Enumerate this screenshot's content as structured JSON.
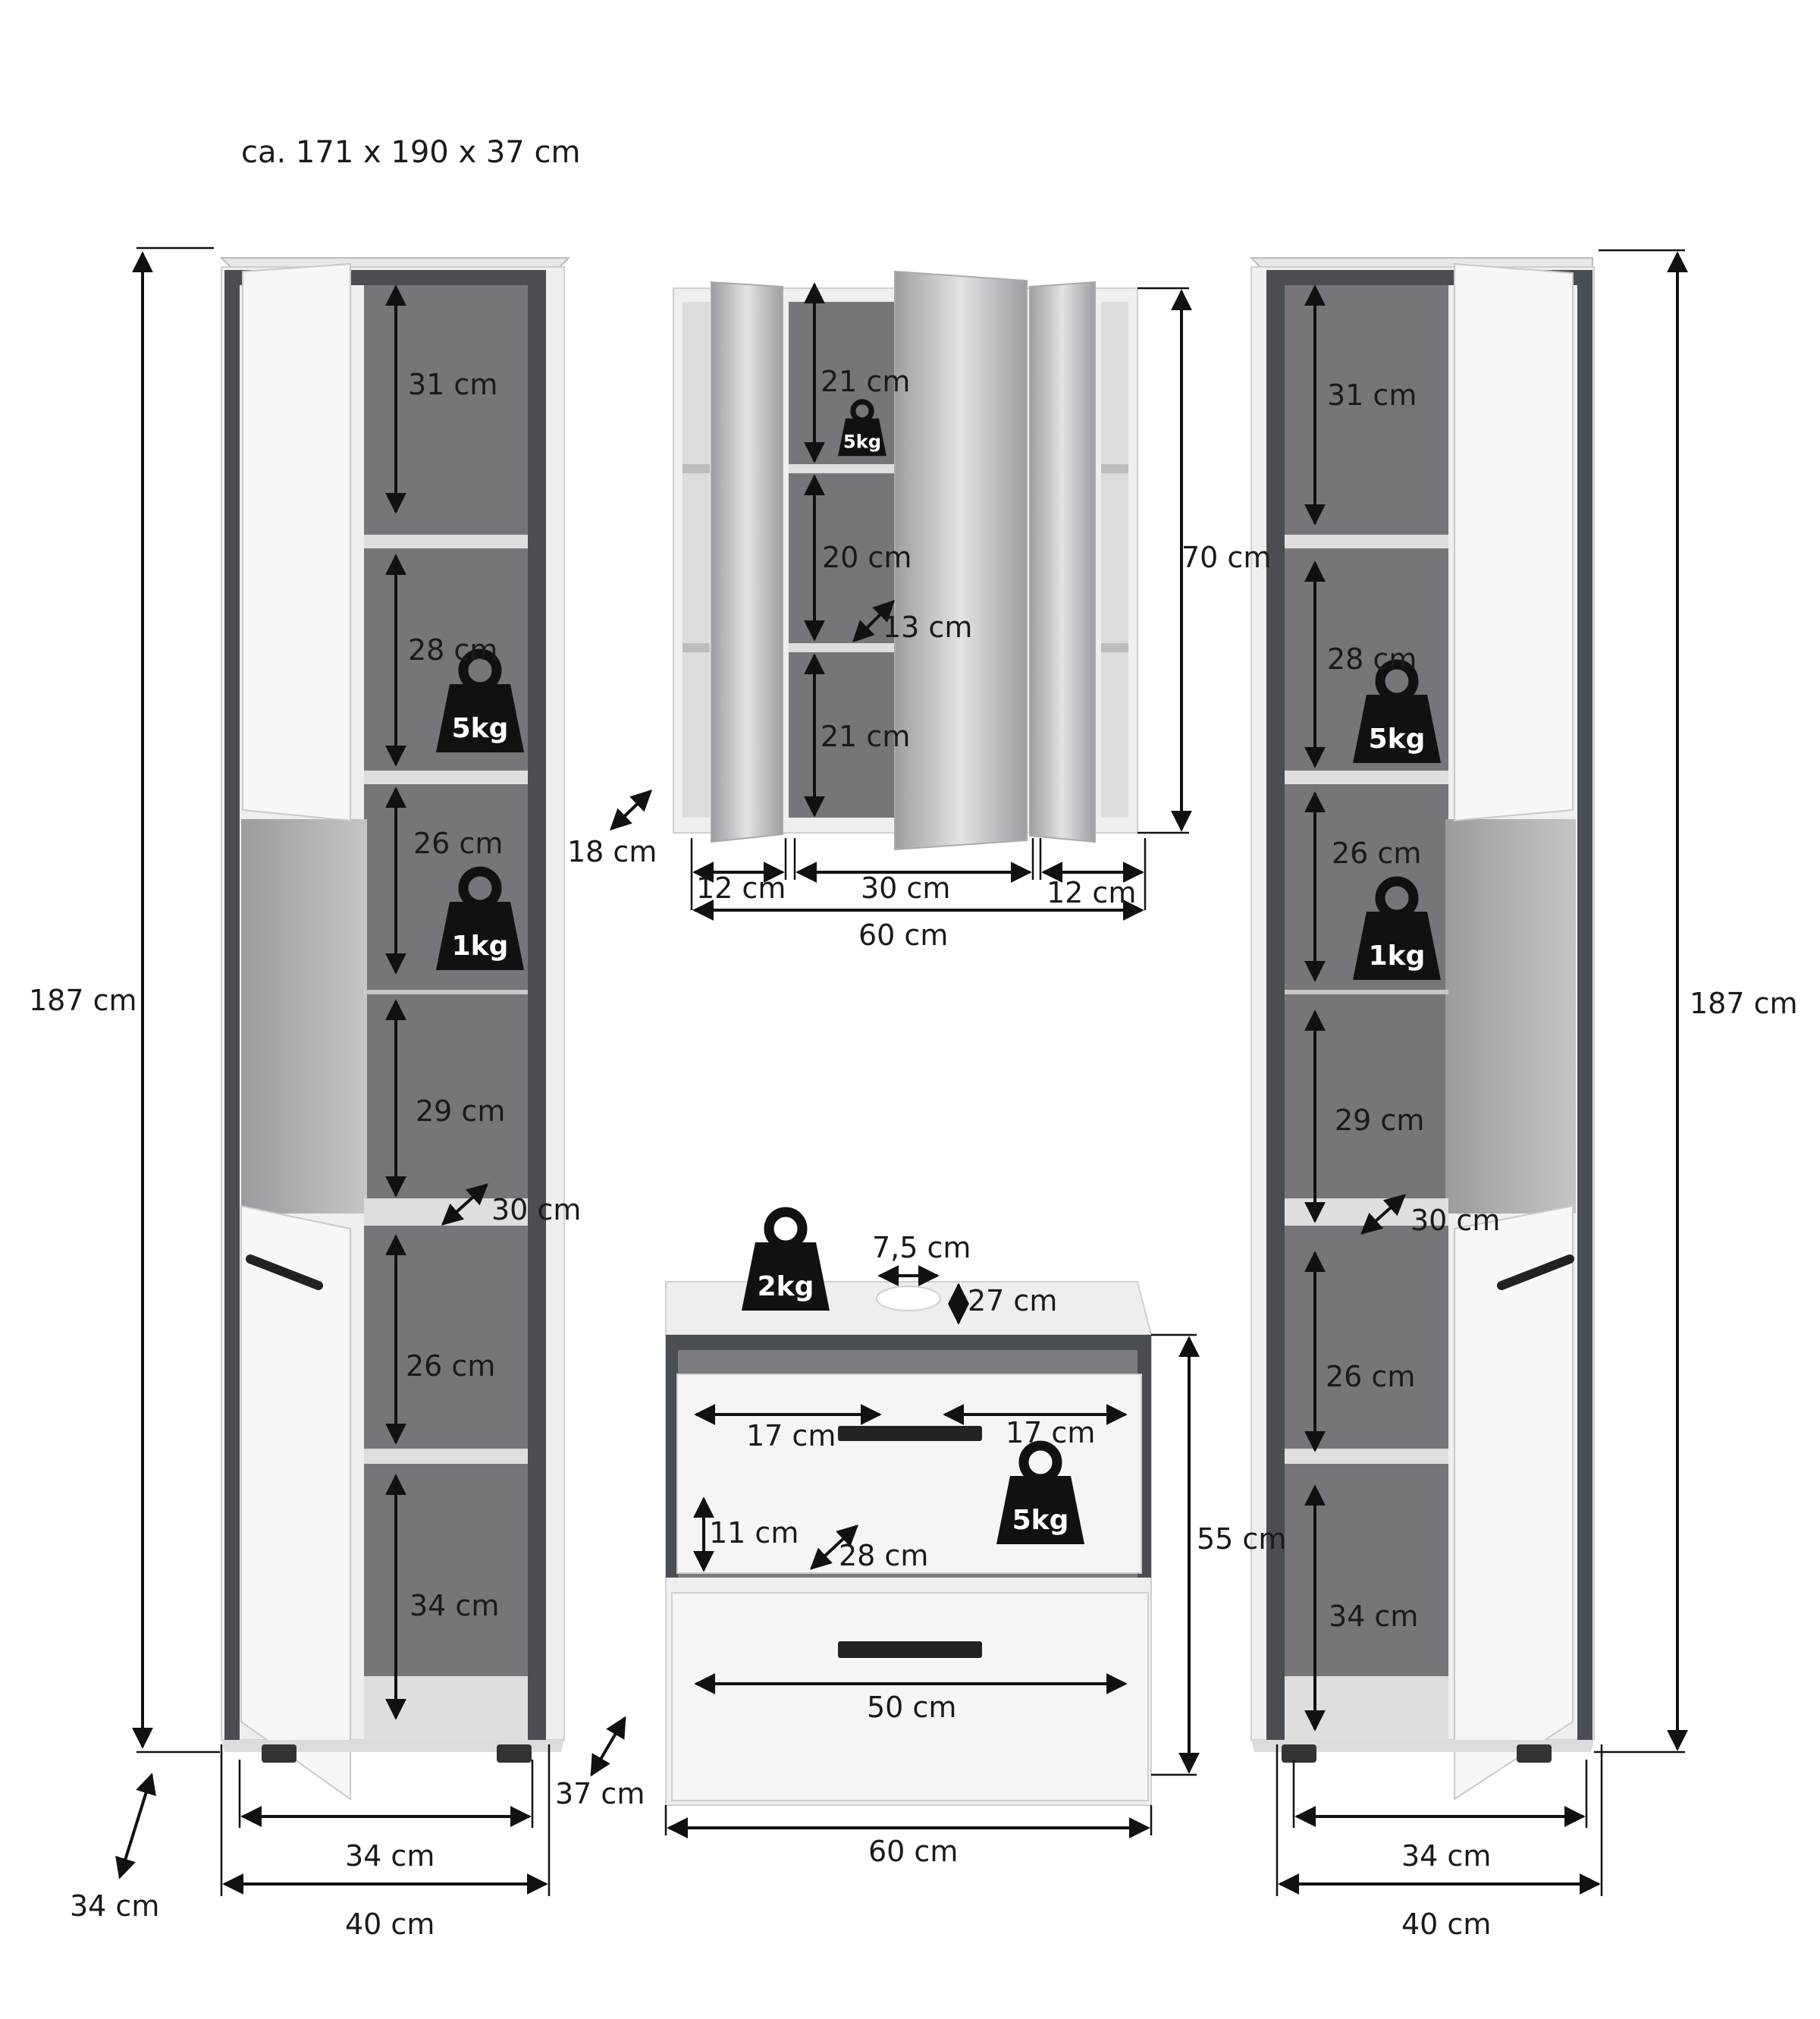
{
  "overall_size": "ca. 171 x 190 x 37 cm",
  "colors": {
    "body": "#f3f3f3",
    "frame": "#4a4d52",
    "interior": "#76767a",
    "glass": "#a8aaae",
    "mirror": "#c9cacc",
    "ink": "#111111"
  },
  "left_cabinet": {
    "total_height": "187 cm",
    "depth": "34 cm",
    "inner_width": "34 cm",
    "outer_width": "40 cm",
    "compartments": [
      "31 cm",
      "28 cm",
      "26 cm",
      "29 cm",
      "26 cm",
      "34 cm"
    ],
    "shelf_depth": "30 cm",
    "load_upper": "5kg",
    "load_glass": "1kg"
  },
  "mirror_cabinet": {
    "height": "70 cm",
    "depth": "18 cm",
    "compartments": [
      "21 cm",
      "20 cm",
      "21 cm"
    ],
    "shelf_depth": "13 cm",
    "load": "5kg",
    "side_width_left": "12 cm",
    "center_width": "30 cm",
    "side_width_right": "12 cm",
    "total_width": "60 cm"
  },
  "vanity": {
    "load_top": "2kg",
    "drain_width": "7,5 cm",
    "drain_depth": "27 cm",
    "height": "55 cm",
    "drawer_left_width": "17 cm",
    "drawer_right_width": "17 cm",
    "drawer_height": "11 cm",
    "drawer_depth": "28 cm",
    "drawer_load": "5kg",
    "lower_drawer_width": "50 cm",
    "depth": "37 cm",
    "total_width": "60 cm"
  },
  "right_cabinet": {
    "total_height": "187 cm",
    "inner_width": "34 cm",
    "outer_width": "40 cm",
    "compartments": [
      "31 cm",
      "28 cm",
      "26 cm",
      "29 cm",
      "26 cm",
      "34 cm"
    ],
    "shelf_depth": "30 cm",
    "load_upper": "5kg",
    "load_glass": "1kg"
  }
}
